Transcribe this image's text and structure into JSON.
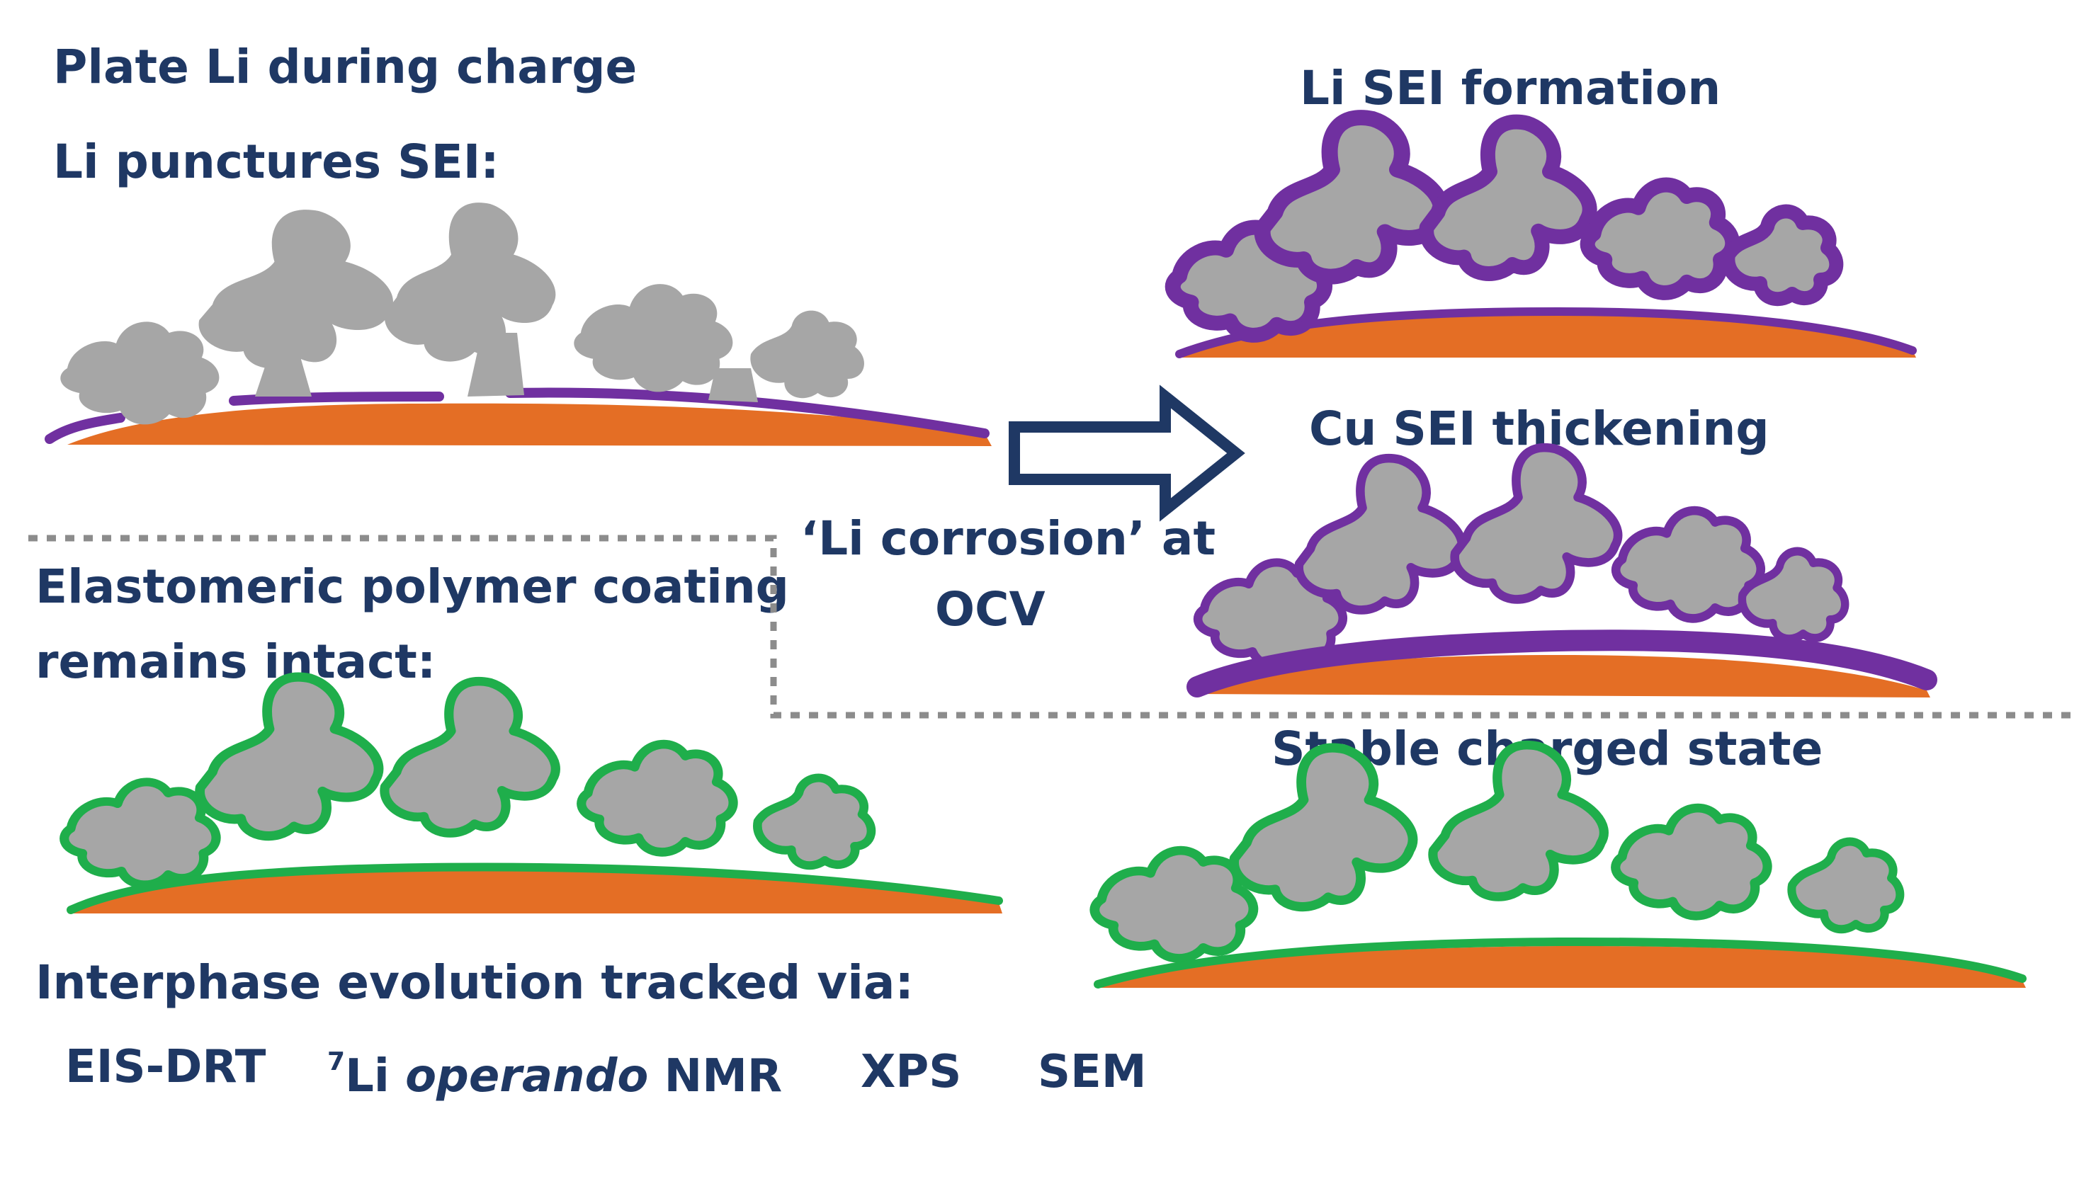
{
  "labels": {
    "plate_li": "Plate Li during charge",
    "li_punctures": "Li punctures SEI:",
    "li_sei_formation": "Li SEI formation",
    "cu_sei_thickening": "Cu SEI thickening",
    "li_corrosion_line1": "‘Li corrosion’ at",
    "li_corrosion_line2": "OCV",
    "elastomeric_line1": "Elastomeric polymer coating",
    "elastomeric_line2": "remains intact:",
    "stable_state": "Stable charged state",
    "interphase": "Interphase evolution tracked via:"
  },
  "techniques": {
    "eis": "EIS-DRT",
    "nmr_sup": "7",
    "nmr_li": "Li ",
    "nmr_italic": "operando",
    "nmr_rest": " NMR",
    "xps": "XPS",
    "sem": "SEM"
  },
  "colors": {
    "text": "#1f3864",
    "lithium": "#a6a6a6",
    "copper": "#e46e25",
    "sei": "#7030a0",
    "polymer": "#1fae4b",
    "arrow": "#1f3864",
    "divider": "#8c8c8c"
  }
}
